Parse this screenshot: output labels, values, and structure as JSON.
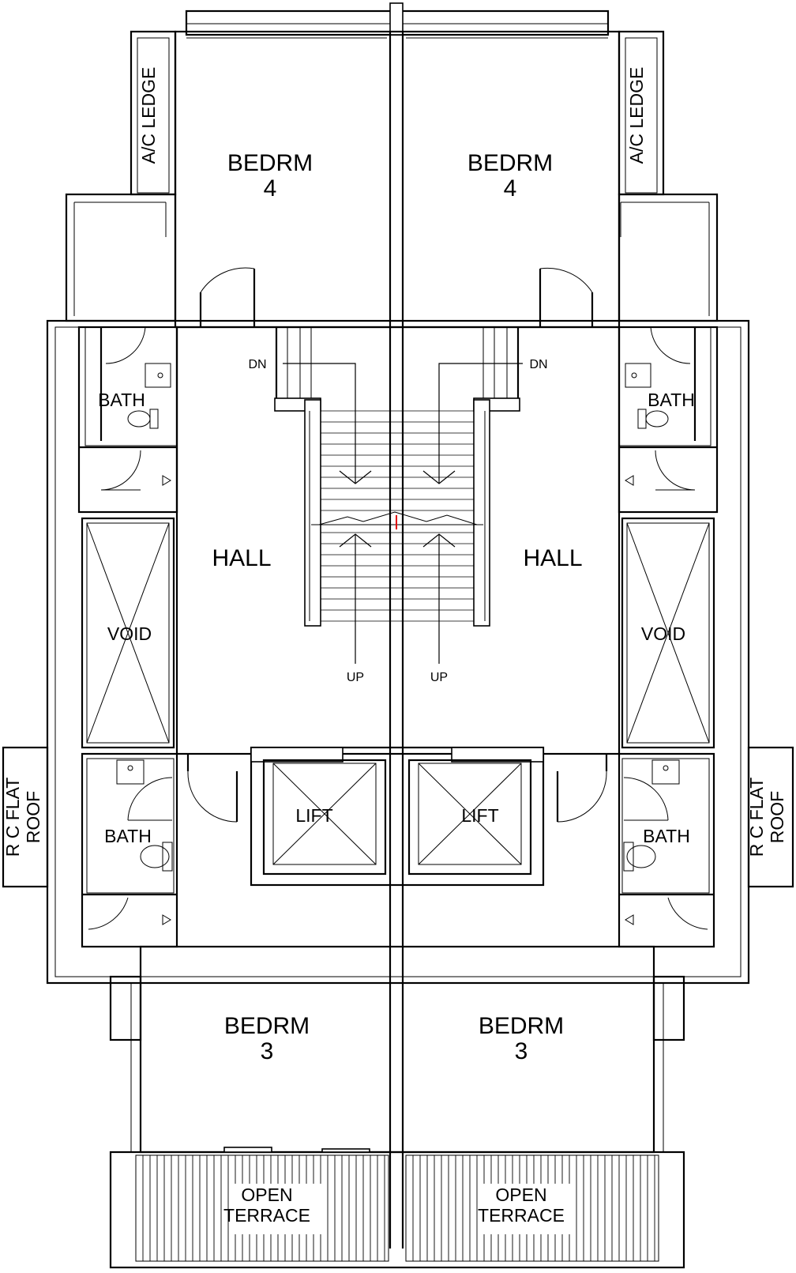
{
  "labels": {
    "left_bedrm4_title": "BEDRM",
    "left_bedrm4_num": "4",
    "right_bedrm4_title": "BEDRM",
    "right_bedrm4_num": "4",
    "left_ac_ledge": "A/C LEDGE",
    "right_ac_ledge": "A/C LEDGE",
    "left_bath_upper": "BATH",
    "right_bath_upper": "BATH",
    "left_hall": "HALL",
    "right_hall": "HALL",
    "left_void": "VOID",
    "right_void": "VOID",
    "left_lift": "LIFT",
    "right_lift": "LIFT",
    "left_bath_lower": "BATH",
    "right_bath_lower": "BATH",
    "left_roof_line1": "R C FLAT",
    "left_roof_line2": "ROOF",
    "right_roof_line1": "R C FLAT",
    "right_roof_line2": "ROOF",
    "left_bedrm3_title": "BEDRM",
    "left_bedrm3_num": "3",
    "right_bedrm3_title": "BEDRM",
    "right_bedrm3_num": "3",
    "left_terrace_line1": "OPEN",
    "left_terrace_line2": "TERRACE",
    "right_terrace_line1": "OPEN",
    "right_terrace_line2": "TERRACE",
    "left_stair_dn": "DN",
    "right_stair_dn": "DN",
    "left_stair_up": "UP",
    "right_stair_up": "UP"
  },
  "colors": {
    "line": "#000000",
    "background": "#ffffff",
    "center_mark": "#e00000"
  }
}
